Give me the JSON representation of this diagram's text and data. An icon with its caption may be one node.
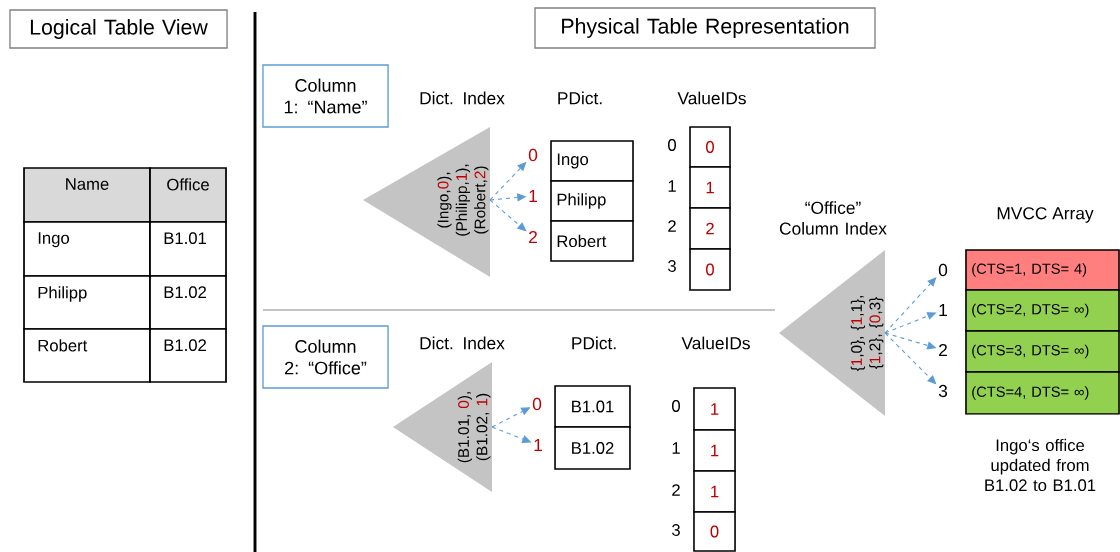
{
  "diagram": {
    "nodes": [
      {
        "text": [
          "Logical Table View"
        ]
      },
      {
        "text": [
          "Physical Table Representation"
        ]
      },
      {
        "text": [
          "Column 1: “Name”"
        ]
      },
      {
        "text": [
          "(Ingo,",
          "0",
          "), (Philipp,",
          "1",
          "), (Robert,",
          "2",
          ")"
        ],
        "beside": [
          "Dict. Index"
        ]
      },
      {
        "text": [
          "0"
        ]
      },
      {
        "text": [
          "1"
        ]
      },
      {
        "text": [
          "2"
        ]
      },
      {
        "text": [
          "Ingo"
        ]
      },
      {
        "text": [
          "Philipp"
        ]
      },
      {
        "text": [
          "Robert"
        ]
      },
      {
        "text": [
          "0"
        ]
      },
      {
        "text": [
          "1"
        ]
      },
      {
        "text": [
          "2"
        ]
      },
      {
        "text": [
          "0"
        ]
      },
      {
        "text": [
          "Column 2: “Office”"
        ]
      },
      {
        "text": [
          "(B1.01, ",
          "0",
          "), (B1.02, ",
          "1",
          ")"
        ],
        "beside": [
          "Dict. Index"
        ]
      },
      {
        "text": [
          "0"
        ]
      },
      {
        "text": [
          "1"
        ]
      },
      {
        "text": [
          "B1.01"
        ]
      },
      {
        "text": [
          "B1.02"
        ]
      },
      {
        "text": [
          "1"
        ]
      },
      {
        "text": [
          "1"
        ]
      },
      {
        "text": [
          "1"
        ]
      },
      {
        "text": [
          "0"
        ]
      },
      {
        "text": [
          "{",
          "1",
          ",0}, {",
          "1",
          ",1}, {",
          "1",
          ",2}, {",
          "0",
          ",3}"
        ],
        "beside": [
          "“Office” Column Index"
        ]
      },
      {
        "text": [
          "0"
        ]
      },
      {
        "text": [
          "1"
        ]
      },
      {
        "text": [
          "2"
        ]
      },
      {
        "text": [
          "3"
        ]
      },
      {
        "text": [
          "(CTS=1, DTS= 4)"
        ]
      },
      {
        "text": [
          "(CTS=2, DTS= ∞)"
        ]
      },
      {
        "text": [
          "(CTS=3, DTS= ∞)"
        ]
      },
      {
        "text": [
          "(CTS=4, DTS= ∞)"
        ]
      }
    ],
    "edges": [
      {
        "from": 3,
        "to": 4,
        "arrow": "to",
        "style": "dashed"
      },
      {
        "from": 3,
        "to": 5,
        "arrow": "to",
        "style": "dashed"
      },
      {
        "from": 3,
        "to": 6,
        "arrow": "to",
        "style": "dashed"
      },
      {
        "from": 15,
        "to": 16,
        "arrow": "to",
        "style": "dashed"
      },
      {
        "from": 15,
        "to": 17,
        "arrow": "to",
        "style": "dashed"
      },
      {
        "from": 24,
        "to": 25,
        "arrow": "to",
        "style": "dashed"
      },
      {
        "from": 24,
        "to": 26,
        "arrow": "to",
        "style": "dashed"
      },
      {
        "from": 24,
        "to": 27,
        "arrow": "to",
        "style": "dashed"
      },
      {
        "from": 24,
        "to": 28,
        "arrow": "to",
        "style": "dashed"
      }
    ],
    "labels": [
      "Name",
      "Office",
      "Ingo",
      "B1.01",
      "Philipp",
      "B1.02",
      "Robert",
      "B1.02",
      "PDict.",
      "ValueIDs",
      "0",
      "1",
      "2",
      "3",
      "PDict.",
      "ValueIDs",
      "0",
      "1",
      "2",
      "3",
      "MVCC Array",
      "Ingo‘s office updated from B1.02 to B1.01"
    ]
  }
}
